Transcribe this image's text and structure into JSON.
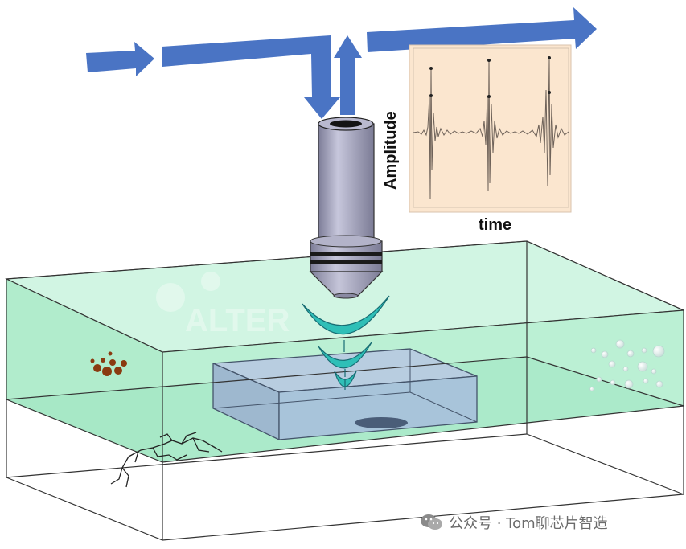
{
  "graph": {
    "ylabel": "Amplitude",
    "xlabel": "time"
  },
  "watermark": {
    "text": "公众号 · Tom聊芯片智造"
  },
  "colors": {
    "arrow": "#4a74c4",
    "tank_fill": "#b7f0d3",
    "wave": "#2fbfb7",
    "sample_fill": "#a9c6dc",
    "graph_bg": "#fbe6cf",
    "transducer": "#9a9ab4",
    "bubble_brown": "#8a3a10"
  },
  "icons": [
    "wechat-icon"
  ]
}
